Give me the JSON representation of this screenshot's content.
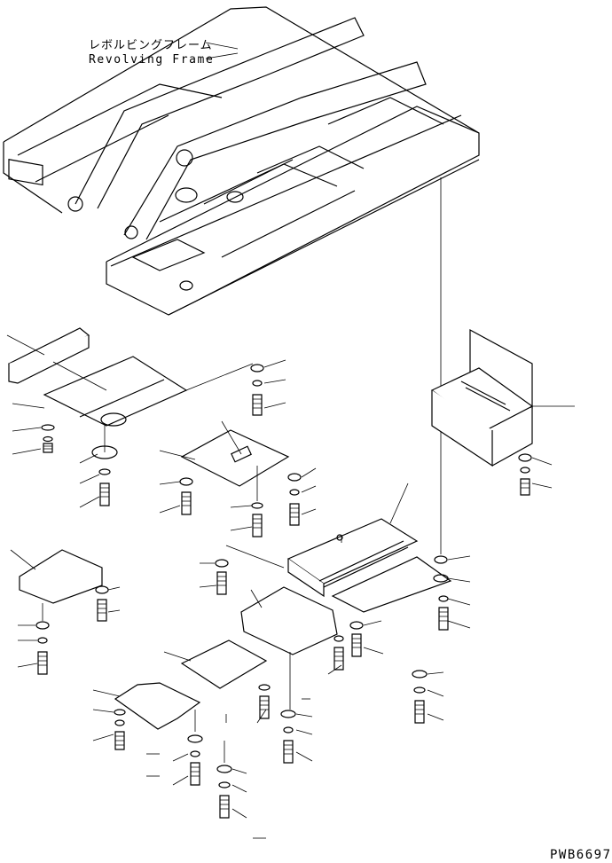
{
  "labels": {
    "part_name_jp": "レボルビングフレーム",
    "part_name_en": "Revolving Frame",
    "drawing_code": "PWB6697"
  }
}
